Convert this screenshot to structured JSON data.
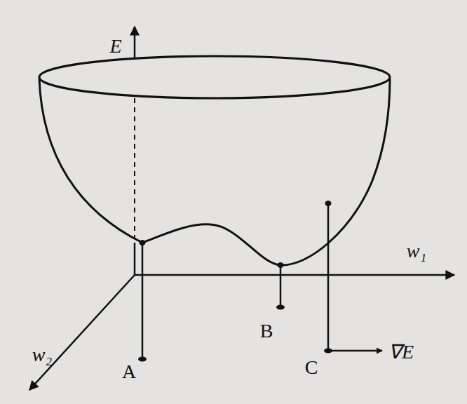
{
  "diagram": {
    "labels": [
      "E",
      "w₁",
      "w₂",
      "A",
      "B",
      "C",
      "∇E"
    ]
  }
}
